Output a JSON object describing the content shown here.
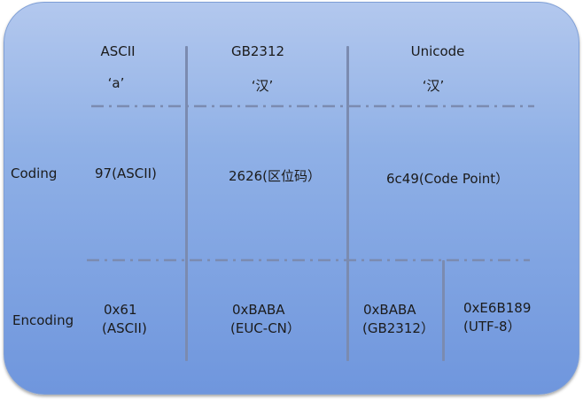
{
  "headers": {
    "ascii": "ASCII",
    "gb2312": "GB2312",
    "unicode": "Unicode"
  },
  "characters": {
    "ascii": "‘a’",
    "gb2312": "‘汉’",
    "unicode": "‘汉’"
  },
  "row_labels": {
    "coding": "Coding",
    "encoding": "Encoding"
  },
  "coding": {
    "ascii": "97(ASCII)",
    "gb2312": "2626(区位码）",
    "unicode": "6c49(Code Point）"
  },
  "encoding": {
    "ascii": [
      "0x61",
      "(ASCII)"
    ],
    "gb2312": [
      "0xBABA",
      "(EUC-CN）"
    ],
    "unicode_gb2312": [
      "0xBABA",
      "(GB2312）"
    ],
    "unicode_utf8": [
      "0xE6B189",
      "(UTF-8）"
    ]
  }
}
